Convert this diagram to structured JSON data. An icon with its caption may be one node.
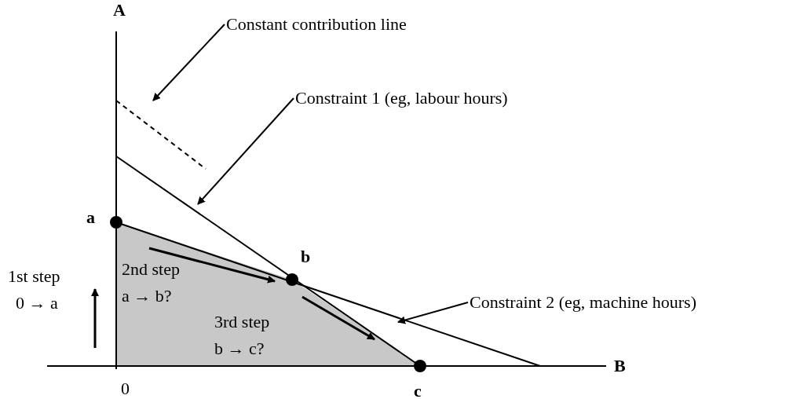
{
  "diagram": {
    "nodes": [
      {
        "text": [
          "Constant contribution line"
        ]
      },
      {
        "text": [
          "Constraint 1 (eg, labour hours)"
        ]
      },
      {
        "text": [
          "Constraint 2 (eg, machine hours)"
        ]
      },
      {
        "text": [],
        "shape": "circle",
        "beside": [
          "a"
        ]
      },
      {
        "text": [],
        "shape": "circle",
        "beside": [
          "b"
        ]
      },
      {
        "text": [],
        "shape": "circle",
        "beside": [
          "c"
        ]
      }
    ],
    "edges": [
      {
        "from": 0,
        "to": null,
        "arrow": "to"
      },
      {
        "from": 1,
        "to": null,
        "arrow": "to"
      },
      {
        "from": 2,
        "to": null,
        "arrow": "to"
      }
    ],
    "labels": [
      "A",
      "B",
      "0",
      "1st step",
      "0 → a",
      "2nd step",
      "a → b?",
      "3rd step",
      "b → c?"
    ]
  }
}
